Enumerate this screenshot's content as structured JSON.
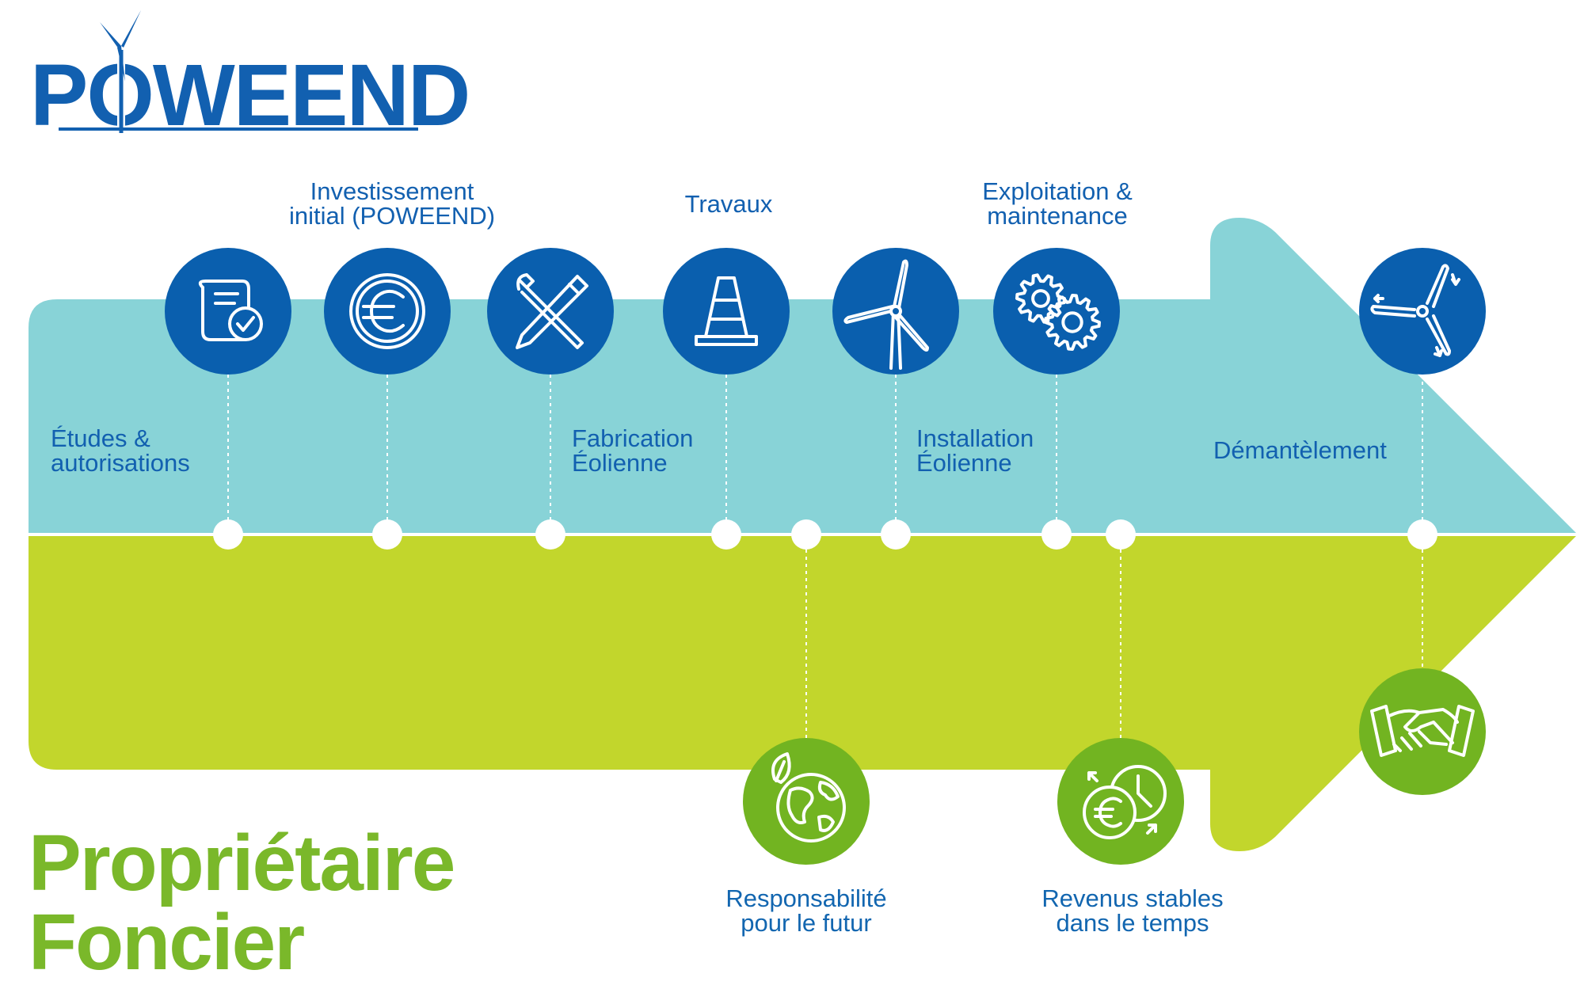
{
  "logo": {
    "brand": "POWEEND",
    "icon": "wind-turbine-logo-icon"
  },
  "colors": {
    "teal": "#88d3d7",
    "green": "#c2d62c",
    "blue": "#0a5fae",
    "green_dark": "#72b421",
    "label_blue": "#1260b0",
    "title_green": "#7ab82a"
  },
  "top_steps": [
    {
      "id": "etudes",
      "label": "Études &\nautorisations",
      "icon": "document-check-icon"
    },
    {
      "id": "investissement",
      "label": "Investissement\ninitial (POWEEND)",
      "icon": "euro-icon"
    },
    {
      "id": "fabrication",
      "label": "Fabrication\nÉolienne",
      "icon": "tools-icon"
    },
    {
      "id": "travaux",
      "label": "Travaux",
      "icon": "traffic-cone-icon"
    },
    {
      "id": "installation",
      "label": "Installation\nÉolienne",
      "icon": "wind-turbine-icon"
    },
    {
      "id": "exploitation",
      "label": "Exploitation &\nmaintenance",
      "icon": "gears-icon"
    },
    {
      "id": "demantelement",
      "label": "Démantèlement",
      "icon": "dismantle-icon"
    }
  ],
  "bottom_benefits": [
    {
      "id": "responsabilite",
      "label": "Responsabilité\npour le futur",
      "icon": "earth-leaf-icon"
    },
    {
      "id": "revenus",
      "label": "Revenus stables\ndans le temps",
      "icon": "euro-clock-icon"
    },
    {
      "id": "partenariat",
      "label": "",
      "icon": "handshake-icon"
    }
  ],
  "audience_title": "Propriétaire\nFoncier"
}
